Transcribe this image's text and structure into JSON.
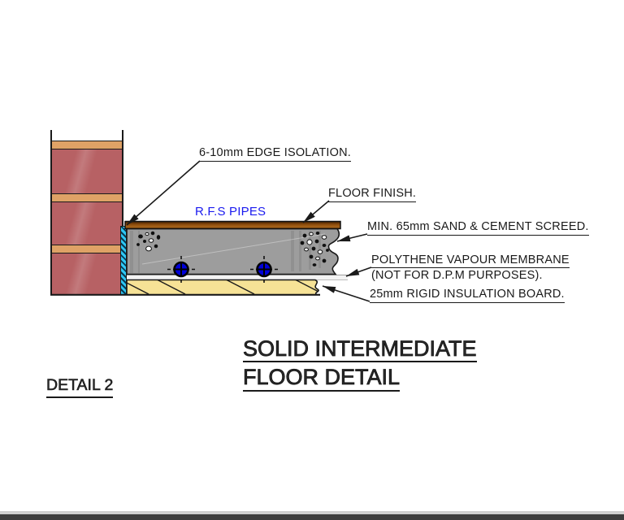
{
  "drawing": {
    "detail_label": "DETAIL 2",
    "title_line1": "SOLID INTERMEDIATE",
    "title_line2": "FLOOR DETAIL",
    "labels": {
      "edge_isolation": "6-10mm EDGE ISOLATION.",
      "rfs_pipes": "R.F.S PIPES",
      "floor_finish": "FLOOR FINISH.",
      "screed": "MIN. 65mm SAND & CEMENT SCREED.",
      "vapour_membrane_line1": "POLYTHENE VAPOUR MEMBRANE",
      "vapour_membrane_line2": "(NOT FOR D.P.M PURPOSES).",
      "insulation": "25mm RIGID INSULATION BOARD."
    }
  },
  "colors": {
    "line": "#1a1a1a",
    "brick": "#b76164",
    "mortar": "#dfa266",
    "edgeIsolation": "#2ec8f5",
    "screed": "#9d9d9d",
    "floorFinish": "#8a4a0e",
    "insulation": "#f6e296",
    "pipe": "#0000d8",
    "pipeLabel": "#1a1aef",
    "membrane": "#f3f3f3",
    "windowBar": "#3d3d3d"
  }
}
